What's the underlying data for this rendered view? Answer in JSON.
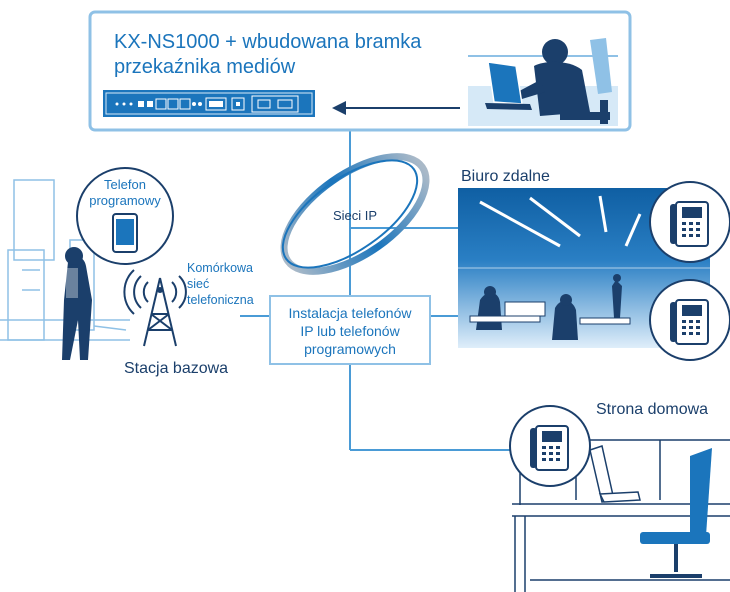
{
  "server": {
    "title_line1": "KX-NS1000 + wbudowana bramka",
    "title_line2": "przekaźnika mediów"
  },
  "network": {
    "label": "Sieci IP"
  },
  "softphone": {
    "line1": "Telefon",
    "line2": "programowy"
  },
  "cellular": {
    "line1": "Komórkowa",
    "line2": "sieć",
    "line3": "telefoniczna"
  },
  "base_station": {
    "label": "Stacja bazowa"
  },
  "install": {
    "line1": "Instalacja telefonów",
    "line2": "IP lub telefonów",
    "line3": "programowych"
  },
  "remote_office": {
    "label": "Biuro zdalne"
  },
  "home": {
    "label": "Strona domowa"
  },
  "colors": {
    "brand": "#1b75bc",
    "light": "#8fc1e6",
    "pale": "#d6e9f7",
    "dark": "#1b3f6b",
    "line": "#4a9bd6"
  }
}
